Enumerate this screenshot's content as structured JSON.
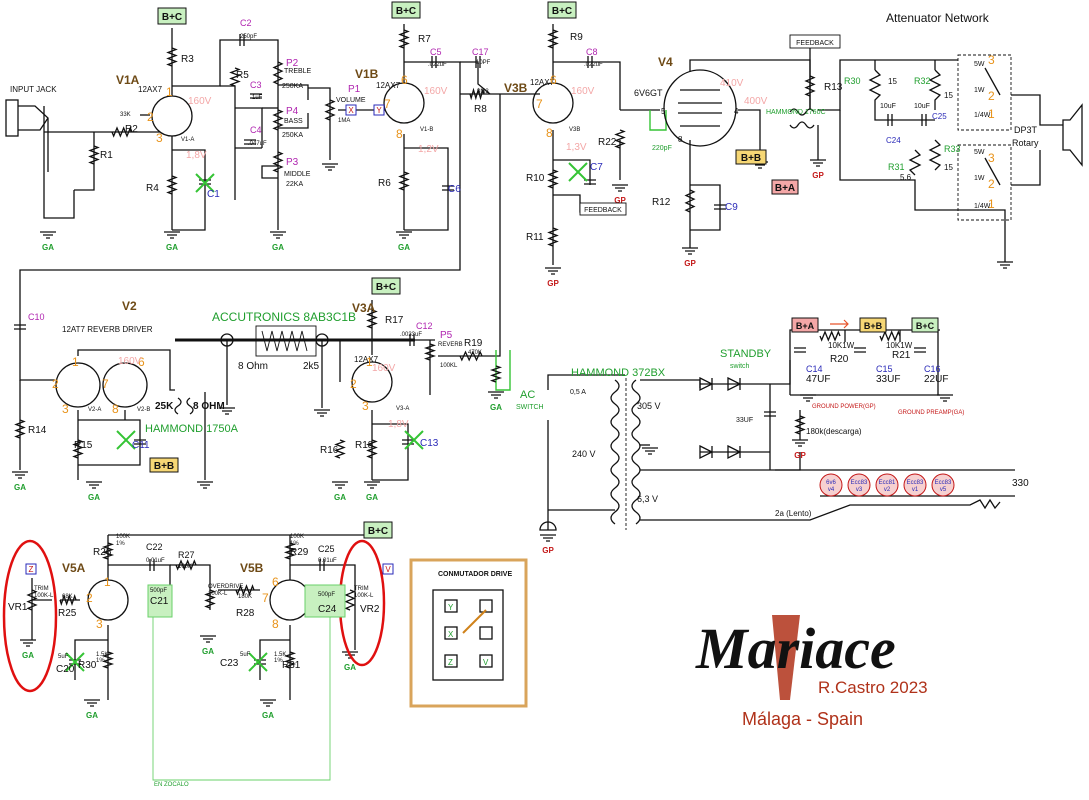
{
  "title": "Attenuator Network",
  "brand": {
    "name": "Mariace",
    "author": "R.Castro 2023",
    "location": "Málaga - Spain"
  },
  "supply_tags": {
    "bc": "B+C",
    "bb": "B+B",
    "ba": "B+A",
    "ga": "GA",
    "gp": "GP"
  },
  "stages": {
    "v1a": "V1A",
    "v1b": "V1B",
    "v3b": "V3B",
    "v4": "V4",
    "v2": "V2",
    "v3a": "V3A",
    "v5a": "V5A",
    "v5b": "V5B",
    "t12ax7": "12AX7",
    "t6v6": "6V6GT",
    "sub_v1a": "V1-A",
    "sub_v1b": "V1-B",
    "sub_v3b": "V3B",
    "sub_v2a": "V2-A",
    "sub_v2b": "V2-B",
    "sub_v3a": "V3-A",
    "reverb_driver": "12AT7 REVERB DRIVER"
  },
  "components": {
    "r1": "R1",
    "r2": "R2",
    "r2v": "33K",
    "r3": "R3",
    "r4": "R4",
    "r5": "R5",
    "r6": "R6",
    "r7": "R7",
    "r8": "R8",
    "r8v": "3M3",
    "r9": "R9",
    "r10": "R10",
    "r11": "R11",
    "r12": "R12",
    "r13": "R13",
    "r14": "R14",
    "r15": "R15",
    "r16": "R16",
    "r17": "R17",
    "r18": "R18",
    "r19": "R19",
    "r19v": "470K",
    "r20": "R20",
    "r21": "R21",
    "r22": "R22",
    "r25": "R25",
    "r25v": "68K",
    "r26": "R26",
    "r26v": "100K",
    "r26t": "1%",
    "r27": "R27",
    "r27v": "100K",
    "r28": "R28",
    "r28v": "180K",
    "r29": "R29",
    "r29v": "100K",
    "r29t": "1%",
    "r30": "R30",
    "r31": "R31",
    "r30v": "1.5K",
    "r30t": "1%",
    "r31v": "1.5K",
    "r31t": "1%",
    "rv10k1": "10K1W",
    "rv10k2": "10K1W",
    "c1": "C1",
    "c2": "C2",
    "c2v": "250pF",
    "c3": "C3",
    "c3v": "1uF",
    "c4": "C4",
    "c4v": ".047uF",
    "c5": "C5",
    "c5v": ".022uF",
    "c6": "C6",
    "c7": "C7",
    "c8": "C8",
    "c8v": ".022uF",
    "c9": "C9",
    "c10": "C10",
    "c11": "C11",
    "c12": "C12",
    "c12v": ".0033uF",
    "c13": "C13",
    "c14": "C14",
    "c14v": "47UF",
    "c15": "C15",
    "c15v": "33UF",
    "c16": "C16",
    "c16v": "22UF",
    "c17": "C17",
    "c17v": "10PF",
    "c20": "C20",
    "c20v": "5uF",
    "c21": "C21",
    "c22": "C22",
    "c22v": "0.01uF",
    "c23": "C23",
    "c23v": "5uF",
    "c24": "C24",
    "c24b": "500pF",
    "c25": "C25",
    "c25v": "0.01uF",
    "p1": "P1",
    "p1v": "VOLUME",
    "p1r": "1MA",
    "p2": "P2",
    "p2v": "TREBLE",
    "p2r": "250KA",
    "p3": "P3",
    "p3v": "MIDDLE",
    "p3r": "22KA",
    "p4": "P4",
    "p4v": "BASS",
    "p4r": "250KA",
    "p5": "P5",
    "p5v": "REVERB",
    "p5r": "100KL",
    "vr1": "VR1",
    "vr2": "VR2",
    "trim": "TRIM",
    "trimv": "100K-L",
    "overdrive": "OVERDRIVE",
    "overdrivev": "100K-L",
    "c21b": "500pF"
  },
  "labels": {
    "input": "INPUT JACK",
    "feedback": "FEEDBACK",
    "hammond_out": "HAMMOND 1760C",
    "hammond_rev": "HAMMOND 1750A",
    "accutronics": "ACCUTRONICS 8AB3C1B",
    "ohm8a": "8 Ohm",
    "ohm8b": "8 OHM",
    "tank_out": "2k5",
    "imp25k": "25K",
    "hammond_pt": "HAMMOND 372BX",
    "ac_switch": "AC",
    "ac_switch2": "SWITCH",
    "standby": "STANDBY",
    "standby2": "switch",
    "fuse": "0,5 A",
    "v305": "305 V",
    "v240": "240 V",
    "v63": "6,3 V",
    "fuse2": "2a (Lento)",
    "r180k": "180k(descarga)",
    "c33uf": "33UF",
    "v330": "330",
    "gnd_power": "GROUND POWER(GP)",
    "gnd_preamp": "GROUND PREAMP(GA)",
    "drive_box": "CONMUTADOR DRIVE",
    "en_zocalo": "EN ZOCALO",
    "v220": "220pF",
    "x_tag": "X",
    "y_tag": "Y",
    "z_tag": "Z",
    "v_tag": "V",
    "sw_5w": "5W",
    "sw_1w": "1W",
    "sw_14w": "1/4W",
    "sw_1": "1",
    "sw_2": "2",
    "sw_3": "3",
    "dp3t": "DP3T",
    "rotary": "Rotary",
    "r30a": "R30",
    "r32": "R32",
    "r31a": "R31",
    "r33": "R33",
    "att15a": "15",
    "att15b": "15",
    "att15c": "15",
    "att56": "5.6",
    "c24a": "C24",
    "c25a": "C25",
    "c10uf1": "10uF",
    "c10uf2": "10uF"
  },
  "pins": {
    "p1": "1",
    "p2": "2",
    "p3": "3",
    "p5": "5",
    "p6": "6",
    "p7": "7",
    "p8": "8",
    "p4": "4"
  },
  "voltages": {
    "v160a": "160V",
    "v160b": "160V",
    "v160c": "160V",
    "v160d": "160V",
    "v410": "410V",
    "v400": "400V",
    "v18a": "1,8V",
    "v12": "1,2V",
    "v13": "1,3V",
    "v18b": "1,8V"
  },
  "heaters": [
    "6v6 v4",
    "Ecc83 v3",
    "Ecc81 v2",
    "Ecc83 v1",
    "Ecc83 v5"
  ],
  "colors": {
    "orange": "#e8931a",
    "purple": "#b025b0",
    "green": "#1f9e2d",
    "red": "#c41818",
    "tag_green": "#c8f0c0",
    "tag_yellow": "#f6d775",
    "tag_red": "#f4a7a7",
    "brand": "#b0321a"
  }
}
